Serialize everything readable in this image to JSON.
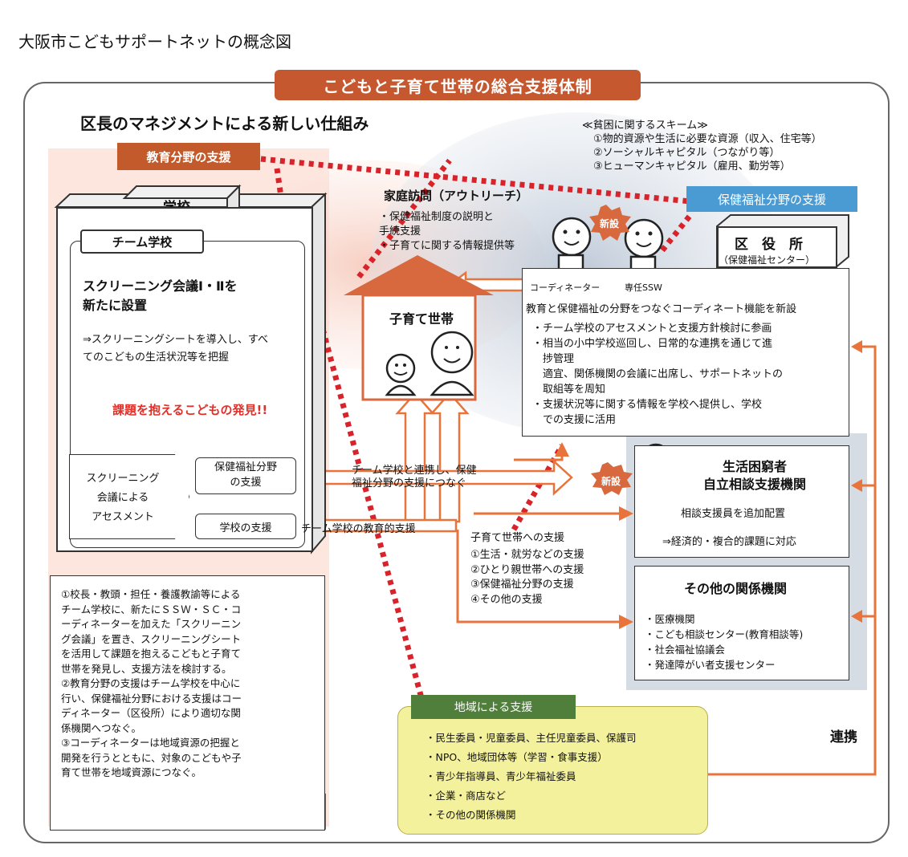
{
  "page_title": "大阪市こどもサポートネットの概念図",
  "banner_title": "こどもと子育て世帯の総合支援体制",
  "subtitle": "区長のマネジメントによる新しい仕組み",
  "poverty_scheme": {
    "heading": "≪貧困に関するスキーム≫",
    "items": [
      "①物的資源や生活に必要な資源（収入、住宅等）",
      "②ソーシャルキャピタル（つながり等）",
      "③ヒューマンキャピタル（雇用、勤労等）"
    ]
  },
  "education_support_label": "教育分野の支援",
  "welfare_support_label": "保健福祉分野の支援",
  "school": {
    "label": "学校",
    "team_label": "チーム学校",
    "screening_title": [
      "スクリーニング会議Ⅰ・Ⅱを",
      "新たに設置"
    ],
    "screening_desc": [
      "⇒スクリーニングシートを導入し、すべ",
      "てのこどもの生活状況等を把握"
    ],
    "discovery": "課題を抱えるこどもの発見!!",
    "assessment": [
      "スクリーニング",
      "会議による",
      "アセスメント"
    ],
    "welfare_box": [
      "保健福祉分野",
      "の支援"
    ],
    "school_box": "学校の支援"
  },
  "notes": [
    "①校長・教頭・担任・養護教諭等による",
    "チーム学校に、新たにＳＳＷ・ＳＣ・コ",
    "ーディネーターを加えた「スクリーニン",
    "グ会議」を置き、スクリーニングシート",
    "を活用して課題を抱えるこどもと子育て",
    "世帯を発見し、支援方法を検討する。",
    "②教育分野の支援はチーム学校を中心に",
    "行い、保健福祉分野における支援はコー",
    "ディネーター（区役所）により適切な関",
    "係機関へつなぐ。",
    "③コーディネーターは地域資源の把握と",
    "開発を行うとともに、対象のこどもや子",
    "育て世帯を地域資源につなぐ。"
  ],
  "home_visit": {
    "title": "家庭訪問（アウトリーチ）",
    "items": [
      "・保健福祉制度の説明と",
      "手続支援",
      "・子育てに関する情報提供等"
    ]
  },
  "household_label": "子育て世帯",
  "new_badge": "新設",
  "ward_office": {
    "title": "区　役　所",
    "subtitle": "（保健福祉センター）",
    "coordinator_label": "コーディネーター",
    "ssw_label": "専任SSW",
    "lead": "教育と保健福祉の分野をつなぐコーディネート機能を新設",
    "items": [
      "・チーム学校のアセスメントと支援方針検討に参画",
      "・相当の小中学校巡回し、日常的な連携を通じて進",
      "　捗管理",
      "　適宜、関係機関の会議に出席し、サポートネットの",
      "　取組等を周知",
      "・支援状況等に関する情報を学校へ提供し、学校",
      "　での支援に活用"
    ]
  },
  "arrow_labels": {
    "welfare_link": [
      "チーム学校と連携し、保健",
      "福祉分野の支援につなぐ"
    ],
    "education_link": "チーム学校の教育的支援"
  },
  "household_support": {
    "title": "子育て世帯への支援",
    "items": [
      "①生活・就労などの支援",
      "②ひとり親世帯への支援",
      "③保健福祉分野の支援",
      "④その他の支援"
    ]
  },
  "poverty_center": {
    "title": [
      "生活困窮者",
      "自立相談支援機関"
    ],
    "line1": "相談支援員を追加配置",
    "line2": "⇒経済的・複合的課題に対応"
  },
  "other_orgs": {
    "title": "その他の関係機関",
    "items": [
      "・医療機関",
      "・こども相談センター(教育相談等)",
      "・社会福祉協議会",
      "・発達障がい者支援センター"
    ]
  },
  "community": {
    "label": "地域による支援",
    "items": [
      "・民生委員・児童委員、主任児童委員、保護司",
      "・NPO、地域団体等（学習・食事支援）",
      "・青少年指導員、青少年福祉委員",
      "・企業・商店など",
      "・その他の関係機関"
    ]
  },
  "link_label": "連携",
  "colors": {
    "banner": "#c6582f",
    "education_tag": "#c25a2c",
    "welfare_tag": "#4a9bd3",
    "community_tag": "#4f7f3a",
    "community_bg": "#f4f19c",
    "red_dots": "#d8232a",
    "arrow_orange": "#e8743b"
  }
}
